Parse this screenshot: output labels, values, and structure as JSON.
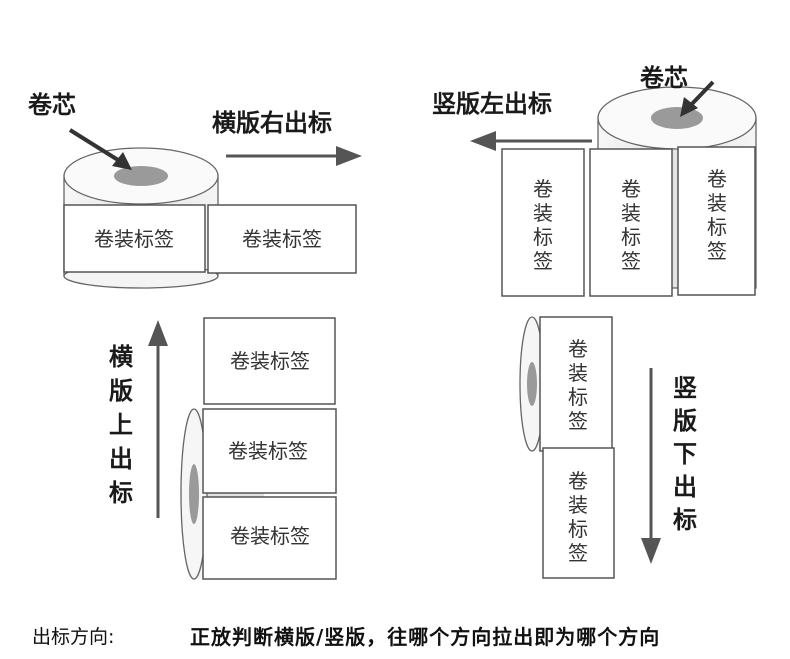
{
  "core": "卷芯",
  "label": "卷装标签",
  "label_chars": [
    "卷",
    "装",
    "标",
    "签"
  ],
  "horizontal_right": "横版右出标",
  "vertical_left": "竖版左出标",
  "horizontal_up_chars": [
    "横",
    "版",
    "上",
    "出",
    "标"
  ],
  "vertical_down_chars": [
    "竖",
    "版",
    "下",
    "出",
    "标"
  ],
  "footer": {
    "label": "出标方向:",
    "text": "正放判断横版/竖版，往哪个方向拉出即为哪个方向"
  }
}
